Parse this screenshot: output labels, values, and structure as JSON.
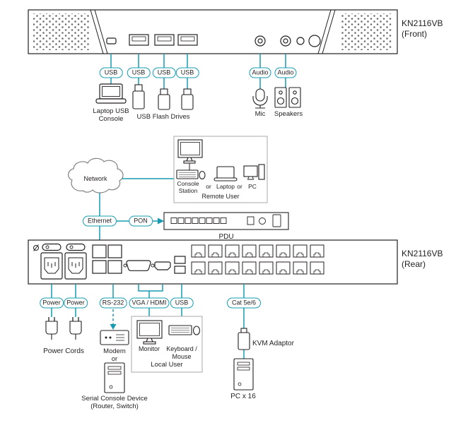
{
  "colors": {
    "accent": "#169cb2",
    "ink": "#231f20",
    "cloud_stroke": "#808285",
    "box_stroke": "#a7a9ac"
  },
  "front": {
    "model": "KN2116VB",
    "view": "(Front)",
    "pills": {
      "usb1": "USB",
      "usb2": "USB",
      "usb3": "USB",
      "usb4": "USB",
      "audio1": "Audio",
      "audio2": "Audio"
    },
    "labels": {
      "laptop": "Laptop USB\nConsole",
      "flash": "USB Flash Drives",
      "mic": "Mic",
      "speakers": "Speakers"
    }
  },
  "network": {
    "cloud": "Network",
    "ethernet_pill": "Ethernet",
    "pon_pill": "PON",
    "pdu": "PDU",
    "remote": {
      "console": "Console\nStation",
      "or1": "or",
      "laptop": "Laptop",
      "or2": "or",
      "pc": "PC",
      "title": "Remote User"
    }
  },
  "rear": {
    "model": "KN2116VB",
    "view": "(Rear)",
    "pills": {
      "power1": "Power",
      "power2": "Power",
      "rs232": "RS-232",
      "vga_hdmi": "VGA / HDMI",
      "usb": "USB",
      "cat": "Cat 5e/6"
    },
    "labels": {
      "power_cords": "Power Cords",
      "modem": "Modem",
      "or": "or",
      "monitor": "Monitor",
      "keyboard": "Keyboard /\nMouse",
      "local_user": "Local User",
      "kvm": "KVM Adaptor",
      "serial": "Serial Console Device\n(Router, Switch)",
      "pc16": "PC x 16"
    }
  }
}
